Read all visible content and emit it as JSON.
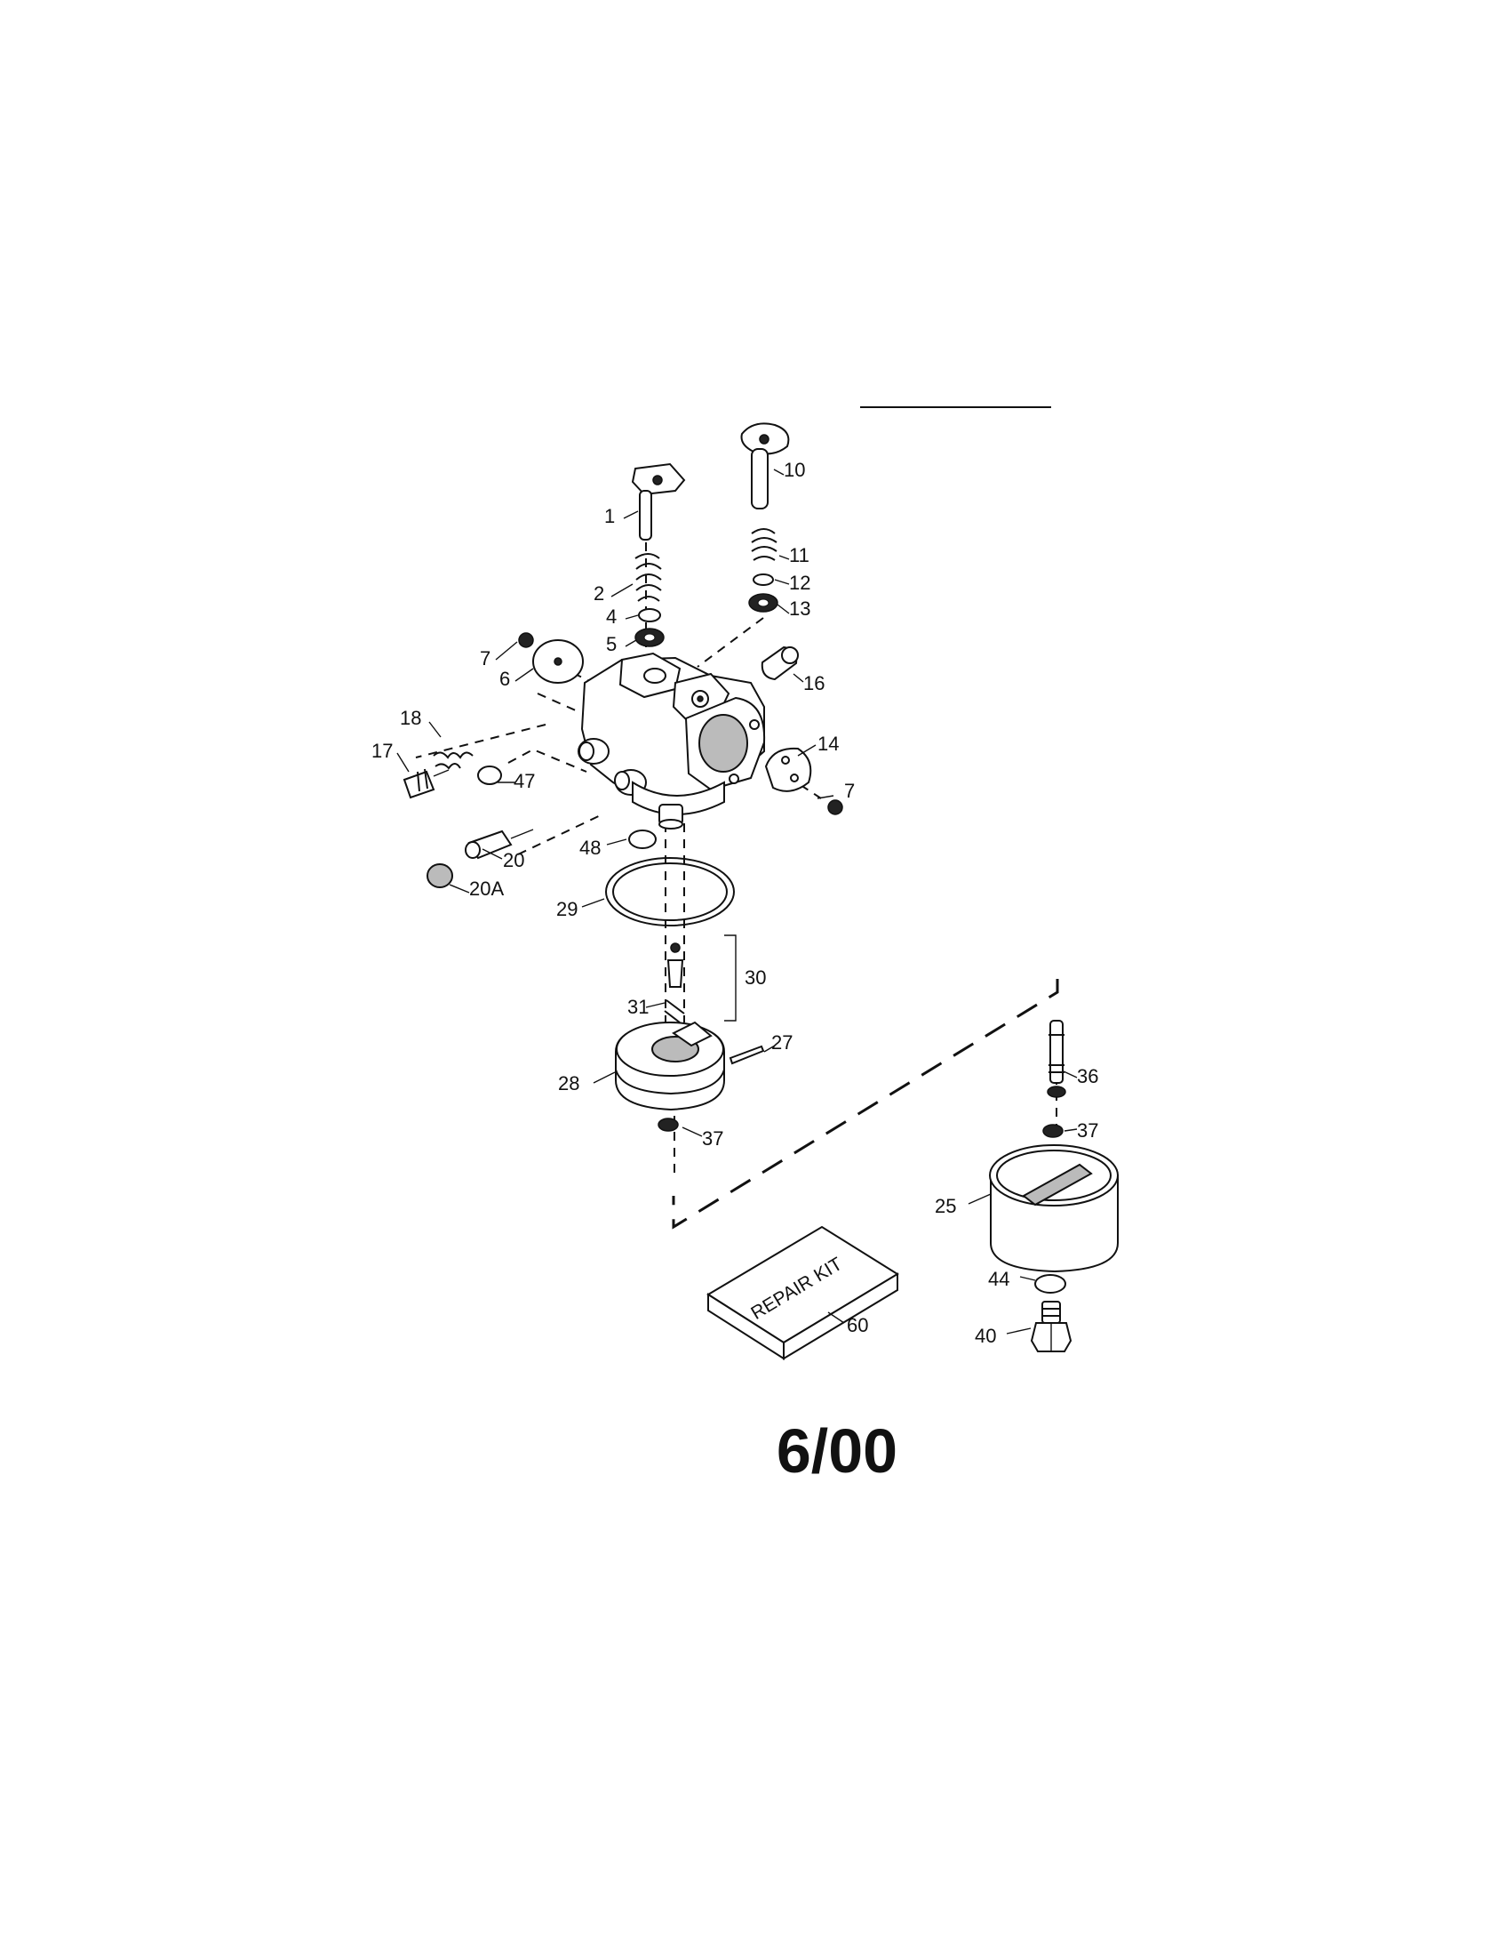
{
  "diagram": {
    "callouts": {
      "p1": "1",
      "p2": "2",
      "p4": "4",
      "p5": "5",
      "p6": "6",
      "p7a": "7",
      "p7b": "7",
      "p10": "10",
      "p11": "11",
      "p12": "12",
      "p13": "13",
      "p14": "14",
      "p16": "16",
      "p17": "17",
      "p18": "18",
      "p20": "20",
      "p20a": "20A",
      "p25": "25",
      "p27": "27",
      "p28": "28",
      "p29": "29",
      "p30": "30",
      "p31": "31",
      "p36": "36",
      "p37a": "37",
      "p37b": "37",
      "p40": "40",
      "p44": "44",
      "p47": "47",
      "p48": "48",
      "p60": "60"
    },
    "repair_kit_label": "REPAIR KIT"
  },
  "footer": {
    "date": "6/00"
  }
}
